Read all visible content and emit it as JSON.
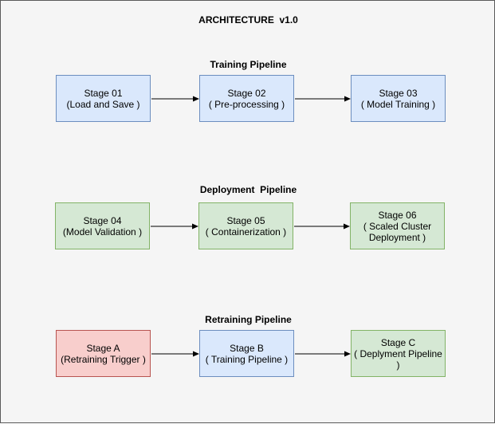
{
  "title": "ARCHITECTURE  v1.0",
  "pipelines": [
    {
      "title": "Training Pipeline",
      "stages": [
        {
          "line1": "Stage 01",
          "line2": "(Load and Save )",
          "color": "blue"
        },
        {
          "line1": "Stage 02",
          "line2": "( Pre-processing )",
          "color": "blue"
        },
        {
          "line1": "Stage 03",
          "line2": "( Model Training )",
          "color": "blue"
        }
      ]
    },
    {
      "title": "Deployment  Pipeline",
      "stages": [
        {
          "line1": "Stage 04",
          "line2": "(Model Validation )",
          "color": "green"
        },
        {
          "line1": "Stage 05",
          "line2": "( Containerization )",
          "color": "green"
        },
        {
          "line1": "Stage 06",
          "line2": "( Scaled Cluster Deployment )",
          "color": "green"
        }
      ]
    },
    {
      "title": "Retraining Pipeline",
      "stages": [
        {
          "line1": "Stage A",
          "line2": "(Retraining Trigger )",
          "color": "red"
        },
        {
          "line1": "Stage B",
          "line2": "( Training Pipeline )",
          "color": "blue"
        },
        {
          "line1": "Stage C",
          "line2": "( Deplyment Pipeline )",
          "color": "green"
        }
      ]
    }
  ],
  "colors": {
    "blue_fill": "#dae8fc",
    "blue_stroke": "#6c8ebf",
    "green_fill": "#d5e8d4",
    "green_stroke": "#82b366",
    "red_fill": "#f8cecc",
    "red_stroke": "#b85450",
    "arrow": "#000000"
  }
}
